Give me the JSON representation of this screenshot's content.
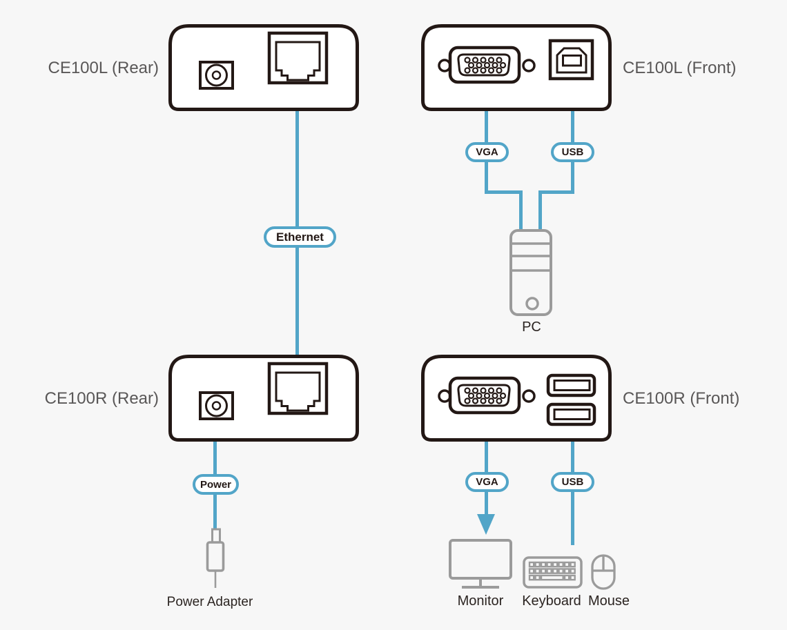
{
  "devices": [
    {
      "label": "CE100L (Rear)"
    },
    {
      "label": "CE100L (Front)"
    },
    {
      "label": "CE100R (Rear)"
    },
    {
      "label": "CE100R (Front)"
    }
  ],
  "cable_labels": {
    "ethernet": "Ethernet",
    "vga_pc": "VGA",
    "usb_pc": "USB",
    "power": "Power",
    "vga_console": "VGA",
    "usb_console": "USB"
  },
  "peripheral_labels": {
    "pc": "PC",
    "power_adapter": "Power Adapter",
    "monitor": "Monitor",
    "keyboard": "Keyboard",
    "mouse": "Mouse"
  },
  "colors": {
    "background": "#f7f7f7",
    "cable_blue": "#52a5c8",
    "device_outline": "#231815",
    "peripheral_gray": "#9b9b9b",
    "device_label_text": "#595757",
    "pill_text": "#231815"
  }
}
